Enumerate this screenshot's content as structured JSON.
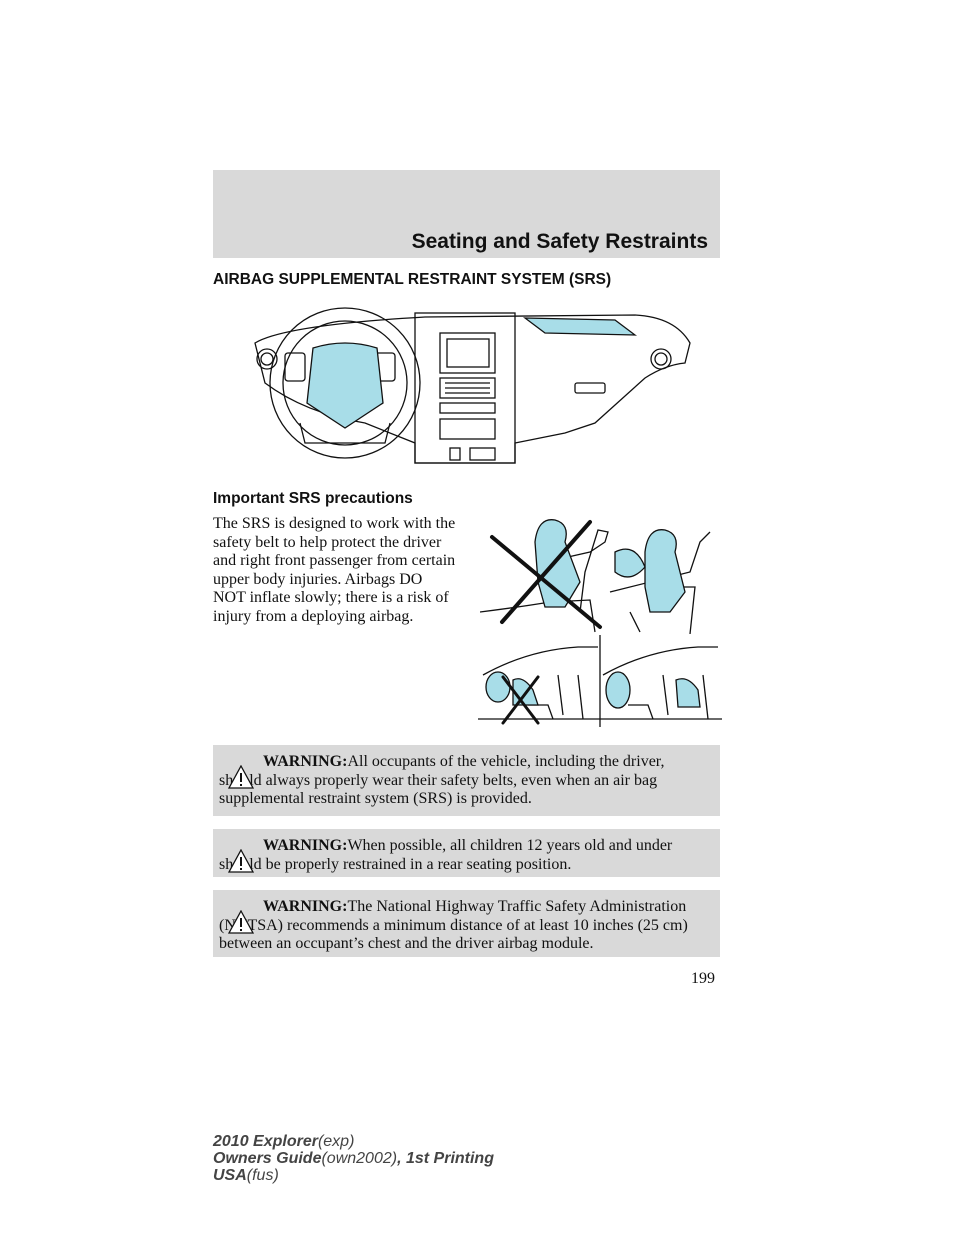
{
  "header": {
    "section_title": "Seating and Safety Restraints"
  },
  "section": {
    "title": "AIRBAG SUPPLEMENTAL RESTRAINT SYSTEM (SRS)"
  },
  "precautions": {
    "title": "Important SRS precautions",
    "body": "The SRS is designed to work with the safety belt to help protect the driver and right front passenger from certain upper body injuries. Airbags DO NOT inflate slowly; there is a risk of injury from a deploying airbag."
  },
  "warnings": [
    {
      "label": "WARNING:",
      "text": "All occupants of the vehicle, including the driver, should always properly wear their safety belts, even when an air bag supplemental restraint system (SRS) is provided."
    },
    {
      "label": "WARNING:",
      "text": "When possible, all children 12 years old and under should be properly restrained in a rear seating position."
    },
    {
      "label": "WARNING:",
      "text": "The National Highway Traffic Safety Administration (NHTSA) recommends a minimum distance of at least 10 inches (25 cm) between an occupant’s chest and the driver airbag module."
    }
  ],
  "page_number": "199",
  "footer": {
    "line1_bold": "2010 Explorer",
    "line1_ital": "(exp)",
    "line2_bold": "Owners Guide",
    "line2_ital": "(own2002)",
    "line2_tail": ", 1st Printing",
    "line3_bold": "USA",
    "line3_ital": "(fus)"
  },
  "colors": {
    "airbag_fill": "#a8dde8",
    "warning_bg": "#d9d9d9"
  },
  "icons": [
    "warning-triangle-icon"
  ]
}
